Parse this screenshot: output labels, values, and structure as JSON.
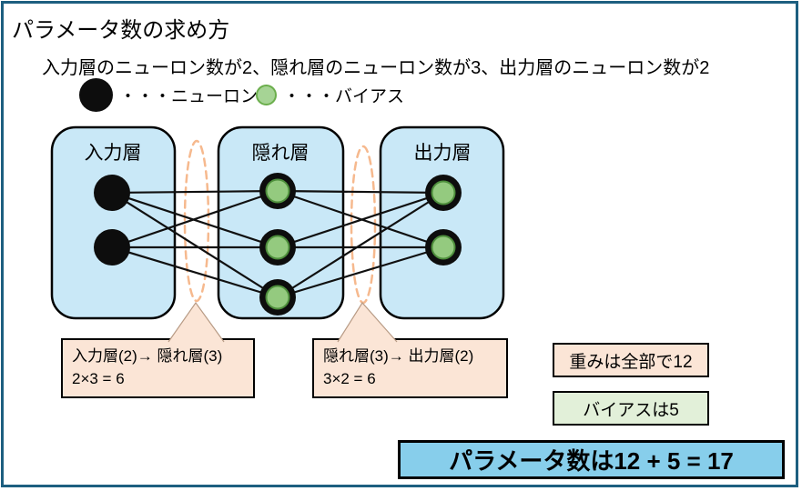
{
  "title": "パラメータ数の求め方",
  "subtitle": "入力層のニューロン数が2、隠れ層のニューロン数が3、出力層のニューロン数が2",
  "legend": {
    "neuron_label": "・・・ニューロン",
    "bias_label": "・・・バイアス"
  },
  "network": {
    "layers": [
      {
        "id": "input",
        "label": "入力層",
        "neuron_count": 2
      },
      {
        "id": "hidden",
        "label": "隠れ層",
        "neuron_count": 3
      },
      {
        "id": "output",
        "label": "出力層",
        "neuron_count": 2
      }
    ],
    "callouts": [
      {
        "line1": "入力層(2)→ 隠れ層(3)",
        "line2": "2×3 = 6"
      },
      {
        "line1": "隠れ層(3)→ 出力層(2)",
        "line2": "3×2 = 6"
      }
    ]
  },
  "summary": {
    "weights_total": "重みは全部で12",
    "bias_total": "バイアスは5",
    "parameter_total": "パラメータ数は12 + 5 = 17"
  },
  "colors": {
    "frame": "#1D5F80",
    "layer_fill": "#C9E8F7",
    "neuron_fill": "#0D0D0D",
    "bias_fill": "#94CA7F",
    "bias_stroke": "#4E8F3C",
    "ellipse_dash": "#F6B98E",
    "callout_fill": "#FBE5D6",
    "bias_box_fill": "#E2F0D9",
    "total_box_fill": "#87CEEB"
  }
}
